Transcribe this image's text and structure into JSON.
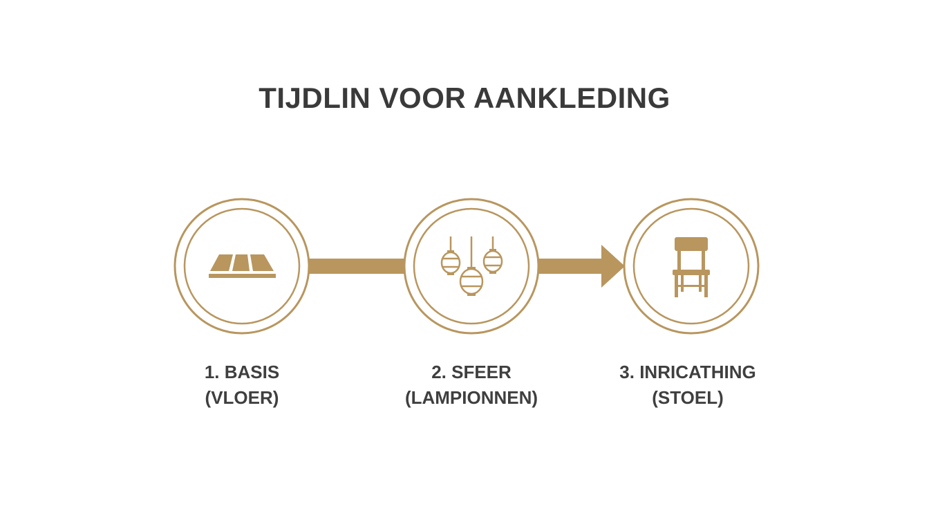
{
  "title": "TIJDLIN VOOR AANKLEDING",
  "accent_color": "#b8965e",
  "steps": [
    {
      "line1": "1. BASIS",
      "line2": "(VLOER)",
      "icon": "floor-planks-icon"
    },
    {
      "line1": "2. SFEER",
      "line2": "(LAMPIONNEN)",
      "icon": "lanterns-icon"
    },
    {
      "line1": "3. INRICATHING",
      "line2": "(STOEL)",
      "icon": "chair-icon"
    }
  ]
}
